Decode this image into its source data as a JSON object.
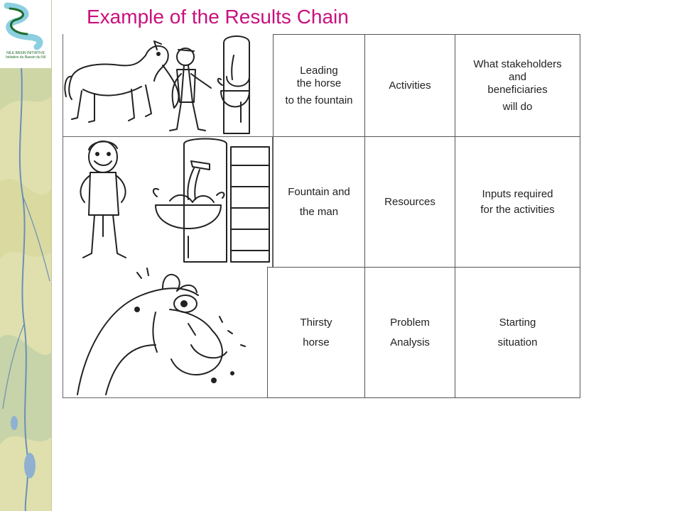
{
  "title": "Example of the Results Chain",
  "logo": {
    "lines": [
      "NILE BASIN INITIATIVE",
      "Initiative du Bassin du Nil"
    ]
  },
  "colors": {
    "title": "#c8107e",
    "logo_green": "#1f6a2a",
    "logo_cyan": "#8ccfe0"
  },
  "images": {
    "top": "horse-led-by-man-to-fountain",
    "middle": "man-beside-fountain",
    "bottom": "thirsty-horse"
  },
  "rows": [
    {
      "col1": [
        "Leading",
        "the horse",
        "to the fountain"
      ],
      "col2": [
        "Activities"
      ],
      "col3": [
        "What stakeholders",
        "and",
        "beneficiaries",
        "will do"
      ]
    },
    {
      "col1": [
        "Fountain and",
        "the man"
      ],
      "col2": [
        "Resources"
      ],
      "col3": [
        "Inputs required",
        "for the activities"
      ]
    },
    {
      "col1": [
        "Thirsty",
        "horse"
      ],
      "col2": [
        "Problem",
        "Analysis"
      ],
      "col3": [
        "Starting",
        "situation"
      ]
    }
  ]
}
